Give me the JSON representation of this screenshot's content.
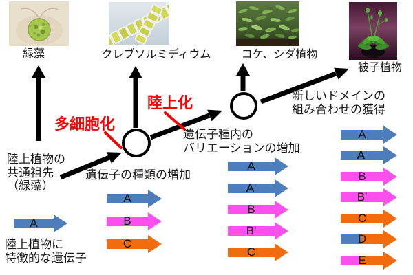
{
  "colors": {
    "blue": "#4e7dbb",
    "magenta": "#fb50ee",
    "orange": "#f26c0d",
    "red": "#ff0000",
    "arrow_black": "#000000"
  },
  "taxa": [
    {
      "label": "緑藻"
    },
    {
      "label": "クレブソルミディウム"
    },
    {
      "label": "コケ、シダ植物"
    },
    {
      "label": "被子植物"
    }
  ],
  "events": [
    {
      "label": "多細胞化"
    },
    {
      "label": "陸上化"
    }
  ],
  "notes": {
    "ancestor": [
      "陸上植物の",
      "共通祖先",
      "（緑藻）"
    ],
    "gene_increase": "遺伝子の種類の増加",
    "variation": [
      "遺伝子種内の",
      "バリエーションの増加"
    ],
    "new_domain": [
      "新しいドメインの",
      "組み合わせの獲得"
    ],
    "characteristic": [
      "陸上植物に",
      "特徴的な遺伝子"
    ]
  },
  "gene_columns": {
    "ancestor": {
      "arrows": [
        {
          "label": "A",
          "color": "blue"
        }
      ]
    },
    "after_multicellular": {
      "arrows": [
        {
          "label": "A",
          "color": "blue"
        },
        {
          "label": "B",
          "color": "magenta"
        },
        {
          "label": "C",
          "color": "orange"
        }
      ]
    },
    "after_terrestrial": {
      "arrows": [
        {
          "label": "A",
          "color": "blue"
        },
        {
          "label": "A'",
          "color": "blue"
        },
        {
          "label": "B",
          "color": "magenta"
        },
        {
          "label": "B'",
          "color": "magenta"
        },
        {
          "label": "C",
          "color": "orange"
        }
      ]
    },
    "angiosperm": {
      "arrows": [
        {
          "label": "A",
          "color": "blue"
        },
        {
          "label": "A'",
          "color": "blue"
        },
        {
          "label": "B",
          "color": "magenta"
        },
        {
          "label": "B'",
          "color": "magenta"
        },
        {
          "label": "C",
          "color": "orange"
        },
        {
          "label": "D",
          "colors": [
            "blue",
            "orange"
          ]
        },
        {
          "label": "E",
          "colors": [
            "magenta",
            "orange"
          ]
        }
      ]
    }
  }
}
